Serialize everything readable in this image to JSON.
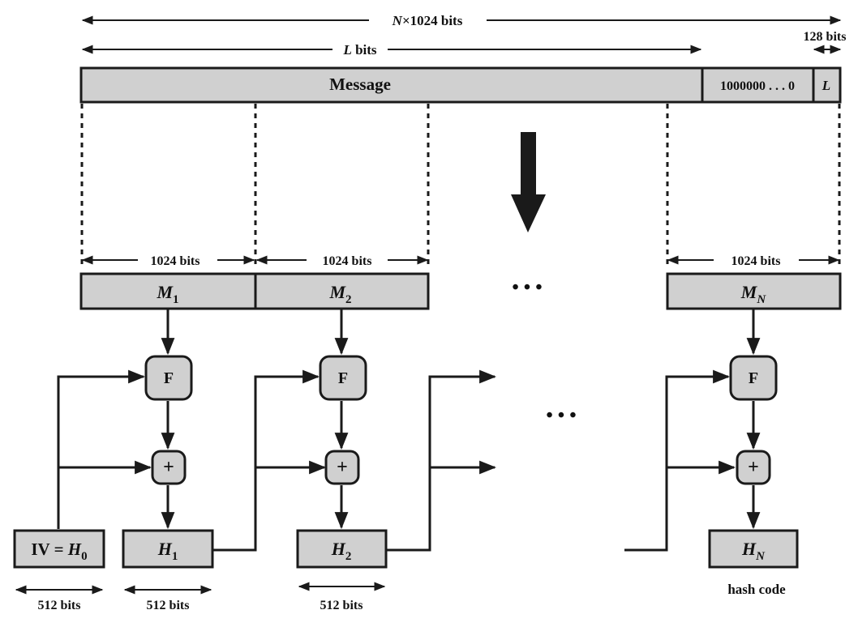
{
  "dims": {
    "total_var": "N",
    "total_rest": "×1024 bits",
    "l_var": "L",
    "l_rest": " bits",
    "len_field": "128 bits"
  },
  "message_bar": {
    "message_label": "Message",
    "padding_label": "1000000 . . . 0",
    "length_label": "L"
  },
  "blocks": [
    {
      "var": "M",
      "sub": "1",
      "size": "1024  bits"
    },
    {
      "var": "M",
      "sub": "2",
      "size": "1024  bits"
    },
    {
      "var": "M",
      "sub": "N",
      "size": "1024  bits"
    }
  ],
  "ellipsis": "• • •",
  "func_label": "F",
  "add_label": "+",
  "iv": {
    "prefix": "IV = ",
    "var": "H",
    "sub": "0",
    "size": "512  bits"
  },
  "hashes": [
    {
      "var": "H",
      "sub": "1",
      "size": "512  bits"
    },
    {
      "var": "H",
      "sub": "2",
      "size": "512  bits"
    },
    {
      "var": "H",
      "sub": "N"
    }
  ],
  "hash_caption": "hash code"
}
